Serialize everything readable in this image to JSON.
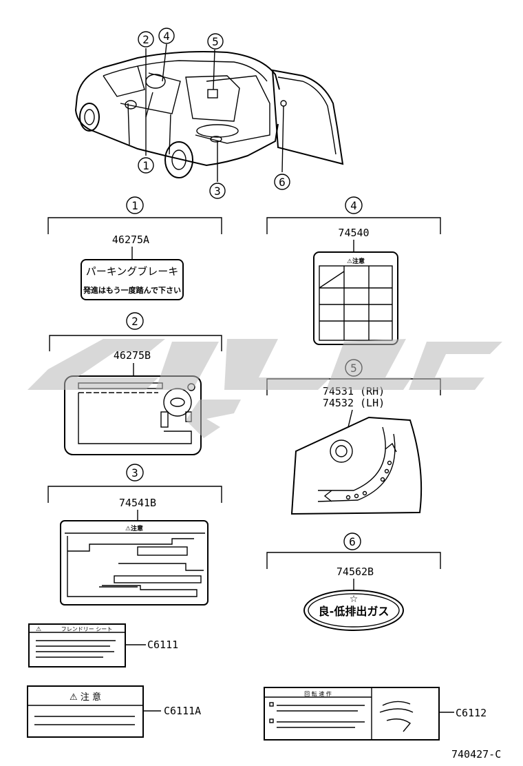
{
  "diagram_id": "740427-C",
  "callouts": [
    "1",
    "2",
    "3",
    "4",
    "5",
    "6"
  ],
  "sections": [
    {
      "num": "1",
      "part": "46275A",
      "label_lines": [
        "パーキングブレーキ",
        "発進はもう一度踏んで下さい"
      ]
    },
    {
      "num": "2",
      "part": "46275B"
    },
    {
      "num": "3",
      "part": "74541B",
      "header": "⚠注意"
    },
    {
      "num": "4",
      "part": "74540",
      "header": "⚠注意"
    },
    {
      "num": "5",
      "part_lines": [
        "74531 (RH)",
        "74532 (LH)"
      ]
    },
    {
      "num": "6",
      "part": "74562B",
      "label_text": "良-低排出ガス",
      "star": "☆"
    }
  ],
  "extra_labels": [
    {
      "code": "C6111",
      "header": "フレンドリー シート"
    },
    {
      "code": "C6111A",
      "header": "⚠ 注 意"
    },
    {
      "code": "C6112",
      "header": "回 転 速 作"
    }
  ]
}
